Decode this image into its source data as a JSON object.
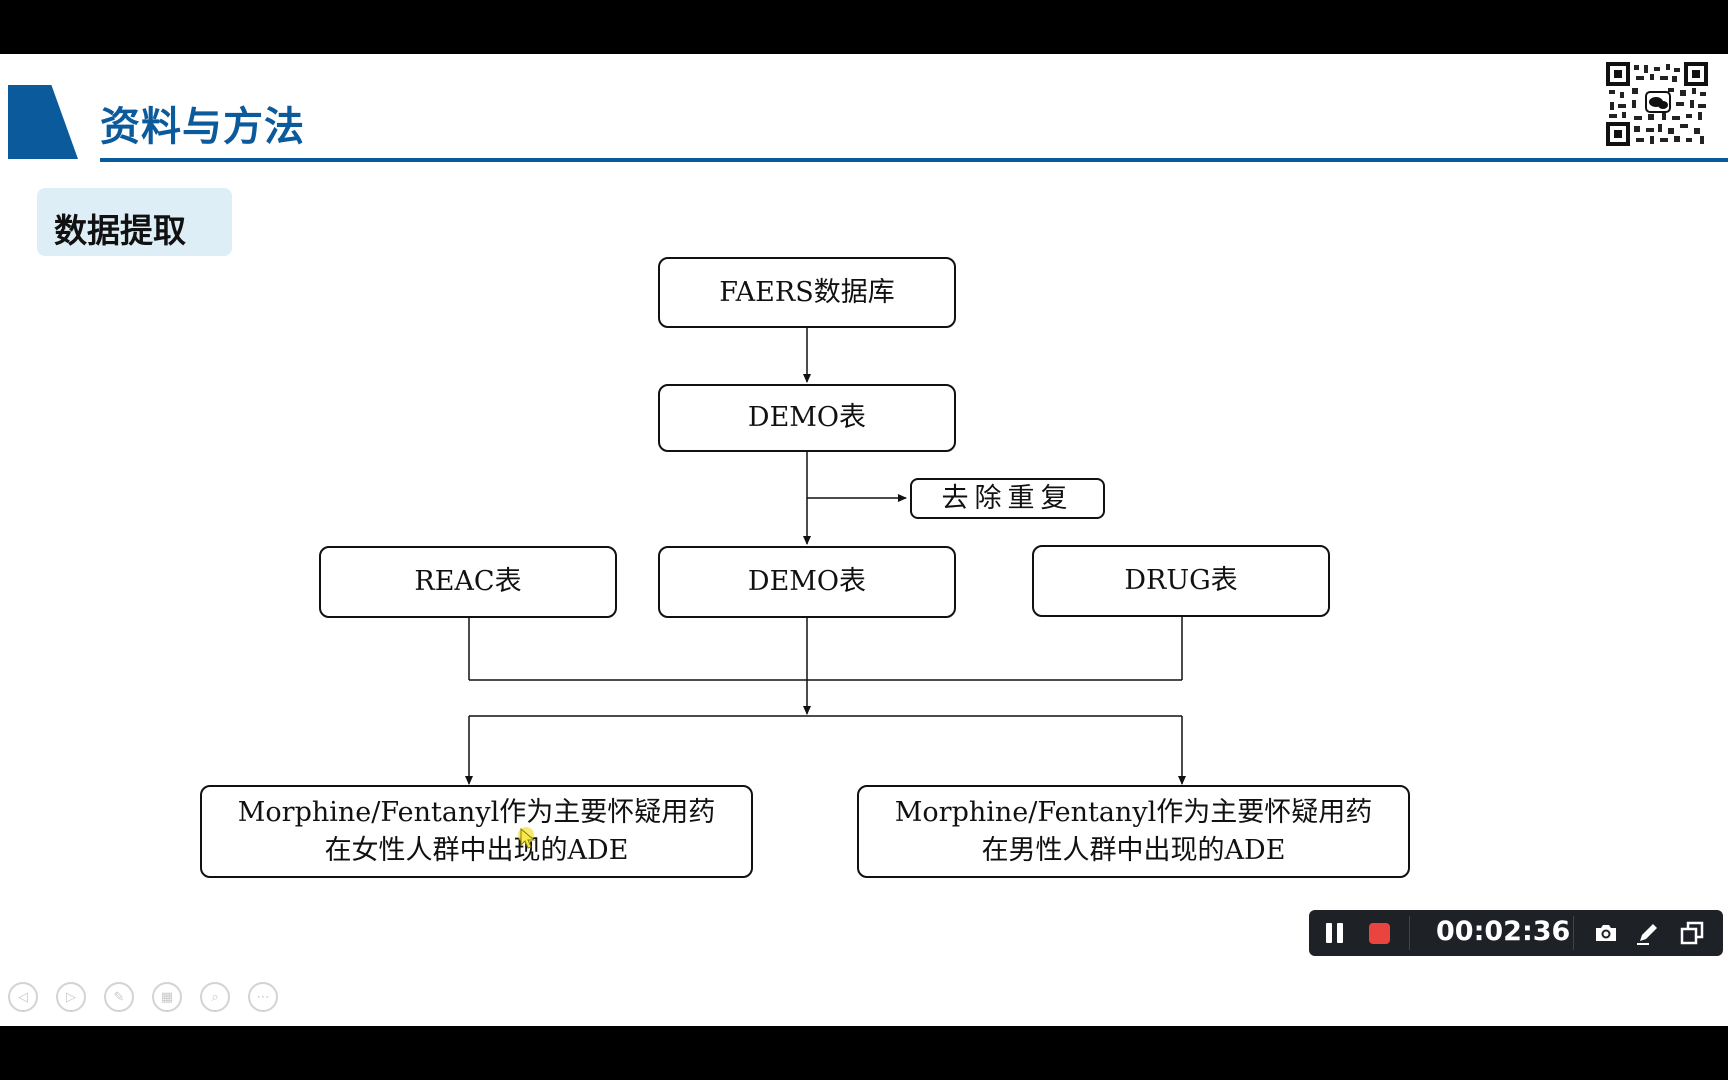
{
  "slide": {
    "title": "资料与方法",
    "section_label": "数据提取"
  },
  "flowchart": {
    "faers": "FAERS数据库",
    "demo_top": "DEMO表",
    "dedup": "去除重复",
    "reac": "REAC表",
    "demo_mid": "DEMO表",
    "drug": "DRUG表",
    "female_line1": "Morphine/Fentanyl作为主要怀疑用药",
    "female_line2": "在女性人群中出现的ADE",
    "male_line1": "Morphine/Fentanyl作为主要怀疑用药",
    "male_line2": "在男性人群中出现的ADE"
  },
  "recorder": {
    "timer": "00:02:36",
    "icons": [
      "pause-icon",
      "stop-icon",
      "camera-icon",
      "pen-icon",
      "window-icon"
    ],
    "stop_color": "#e9443f"
  },
  "nav_icons": [
    "prev-icon",
    "next-icon",
    "pen-icon",
    "grid-icon",
    "zoom-icon",
    "more-icon"
  ],
  "colors": {
    "accent": "#0b5a9c",
    "section_bg": "#deeef6"
  }
}
